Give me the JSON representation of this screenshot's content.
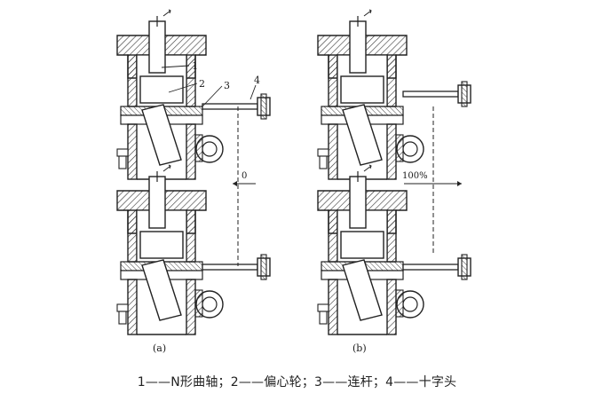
{
  "figure": {
    "part_labels": [
      "1",
      "2",
      "3",
      "4"
    ],
    "panel_a_label": "(a)",
    "panel_b_label": "(b)",
    "stroke_zero_label": "0",
    "stroke_max_label": "100%"
  },
  "caption": {
    "text": "1——N形曲轴；2——偏心轮；3——连杆；4——十字头"
  }
}
